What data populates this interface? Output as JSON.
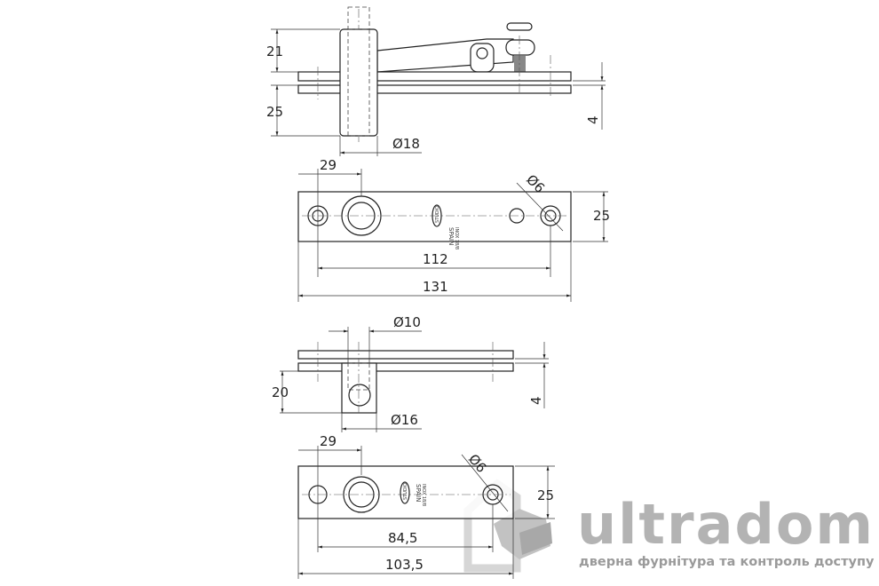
{
  "drawing": {
    "top_side_view": {
      "height_above": "21",
      "height_below": "25",
      "pin_diameter": "Ø18",
      "glass_gap": "4"
    },
    "top_plate": {
      "hole_spacing_left": "29",
      "hole_diameter": "Ø6",
      "width": "25",
      "hole_spacing": "112",
      "length": "131",
      "stamp_brand": "STUDIO",
      "stamp_origin": "SPAIN",
      "stamp_material": "INOX 18/8"
    },
    "bottom_side_view": {
      "inner_diameter": "Ø10",
      "height_below": "20",
      "outer_diameter": "Ø16",
      "glass_gap": "4"
    },
    "bottom_plate": {
      "hole_spacing_left": "29",
      "hole_diameter": "Ø6",
      "width": "25",
      "hole_spacing": "84,5",
      "length": "103,5",
      "stamp_brand": "STUDIO",
      "stamp_origin": "SPAIN",
      "stamp_material": "INOX 18/8"
    }
  },
  "watermark": {
    "brand": "ultradom",
    "tagline": "дверна фурнітура та контроль доступу",
    "color": "#b3b3b3"
  }
}
